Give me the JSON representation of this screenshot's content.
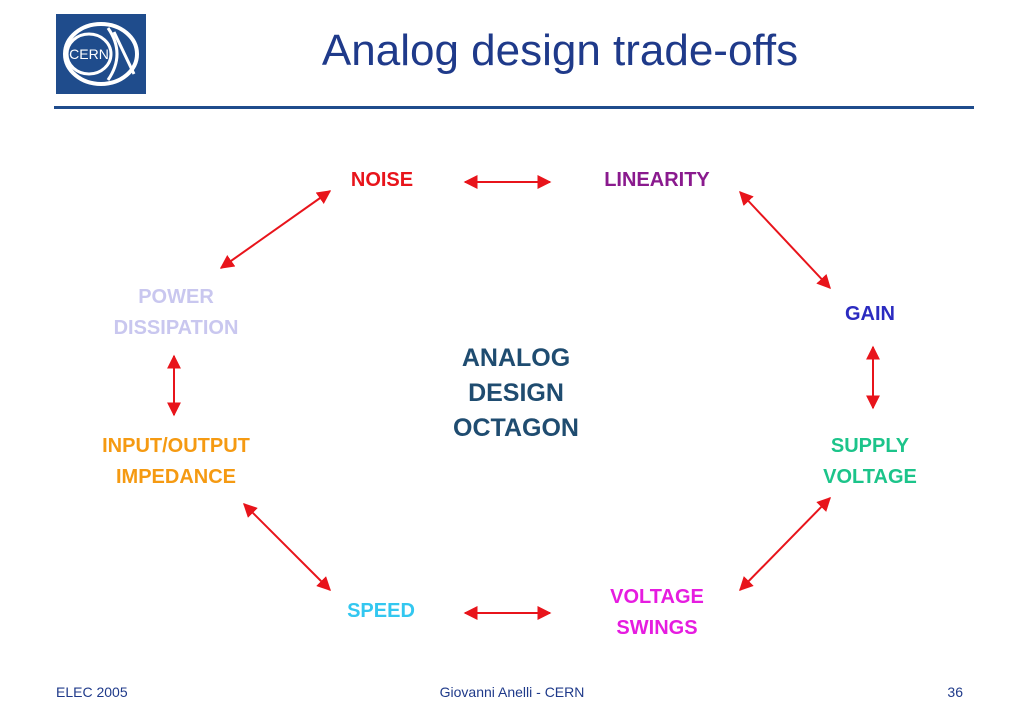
{
  "header": {
    "logo_text": "CERN",
    "title": "Analog design trade-offs"
  },
  "diagram": {
    "center_lines": [
      "ANALOG",
      "DESIGN",
      "OCTAGON"
    ],
    "nodes": {
      "noise": {
        "lines": [
          "NOISE"
        ],
        "color": "#e8141b"
      },
      "linearity": {
        "lines": [
          "LINEARITY"
        ],
        "color": "#8a1a8e"
      },
      "gain": {
        "lines": [
          "GAIN"
        ],
        "color": "#2b2bc0"
      },
      "supply_voltage": {
        "lines": [
          "SUPPLY",
          "VOLTAGE"
        ],
        "color": "#1cc48a"
      },
      "voltage_swings": {
        "lines": [
          "VOLTAGE",
          "SWINGS"
        ],
        "color": "#e61ce0"
      },
      "speed": {
        "lines": [
          "SPEED"
        ],
        "color": "#33c7f0"
      },
      "input_output_impedance": {
        "lines": [
          "INPUT/OUTPUT",
          "IMPEDANCE"
        ],
        "color": "#f59a12"
      },
      "power_dissipation": {
        "lines": [
          "POWER",
          "DISSIPATION"
        ],
        "color": "#c9c7ef"
      }
    },
    "arrow_color": "#e8141b"
  },
  "footer": {
    "left": "ELEC 2005",
    "center": "Giovanni Anelli - CERN",
    "right": "36"
  }
}
